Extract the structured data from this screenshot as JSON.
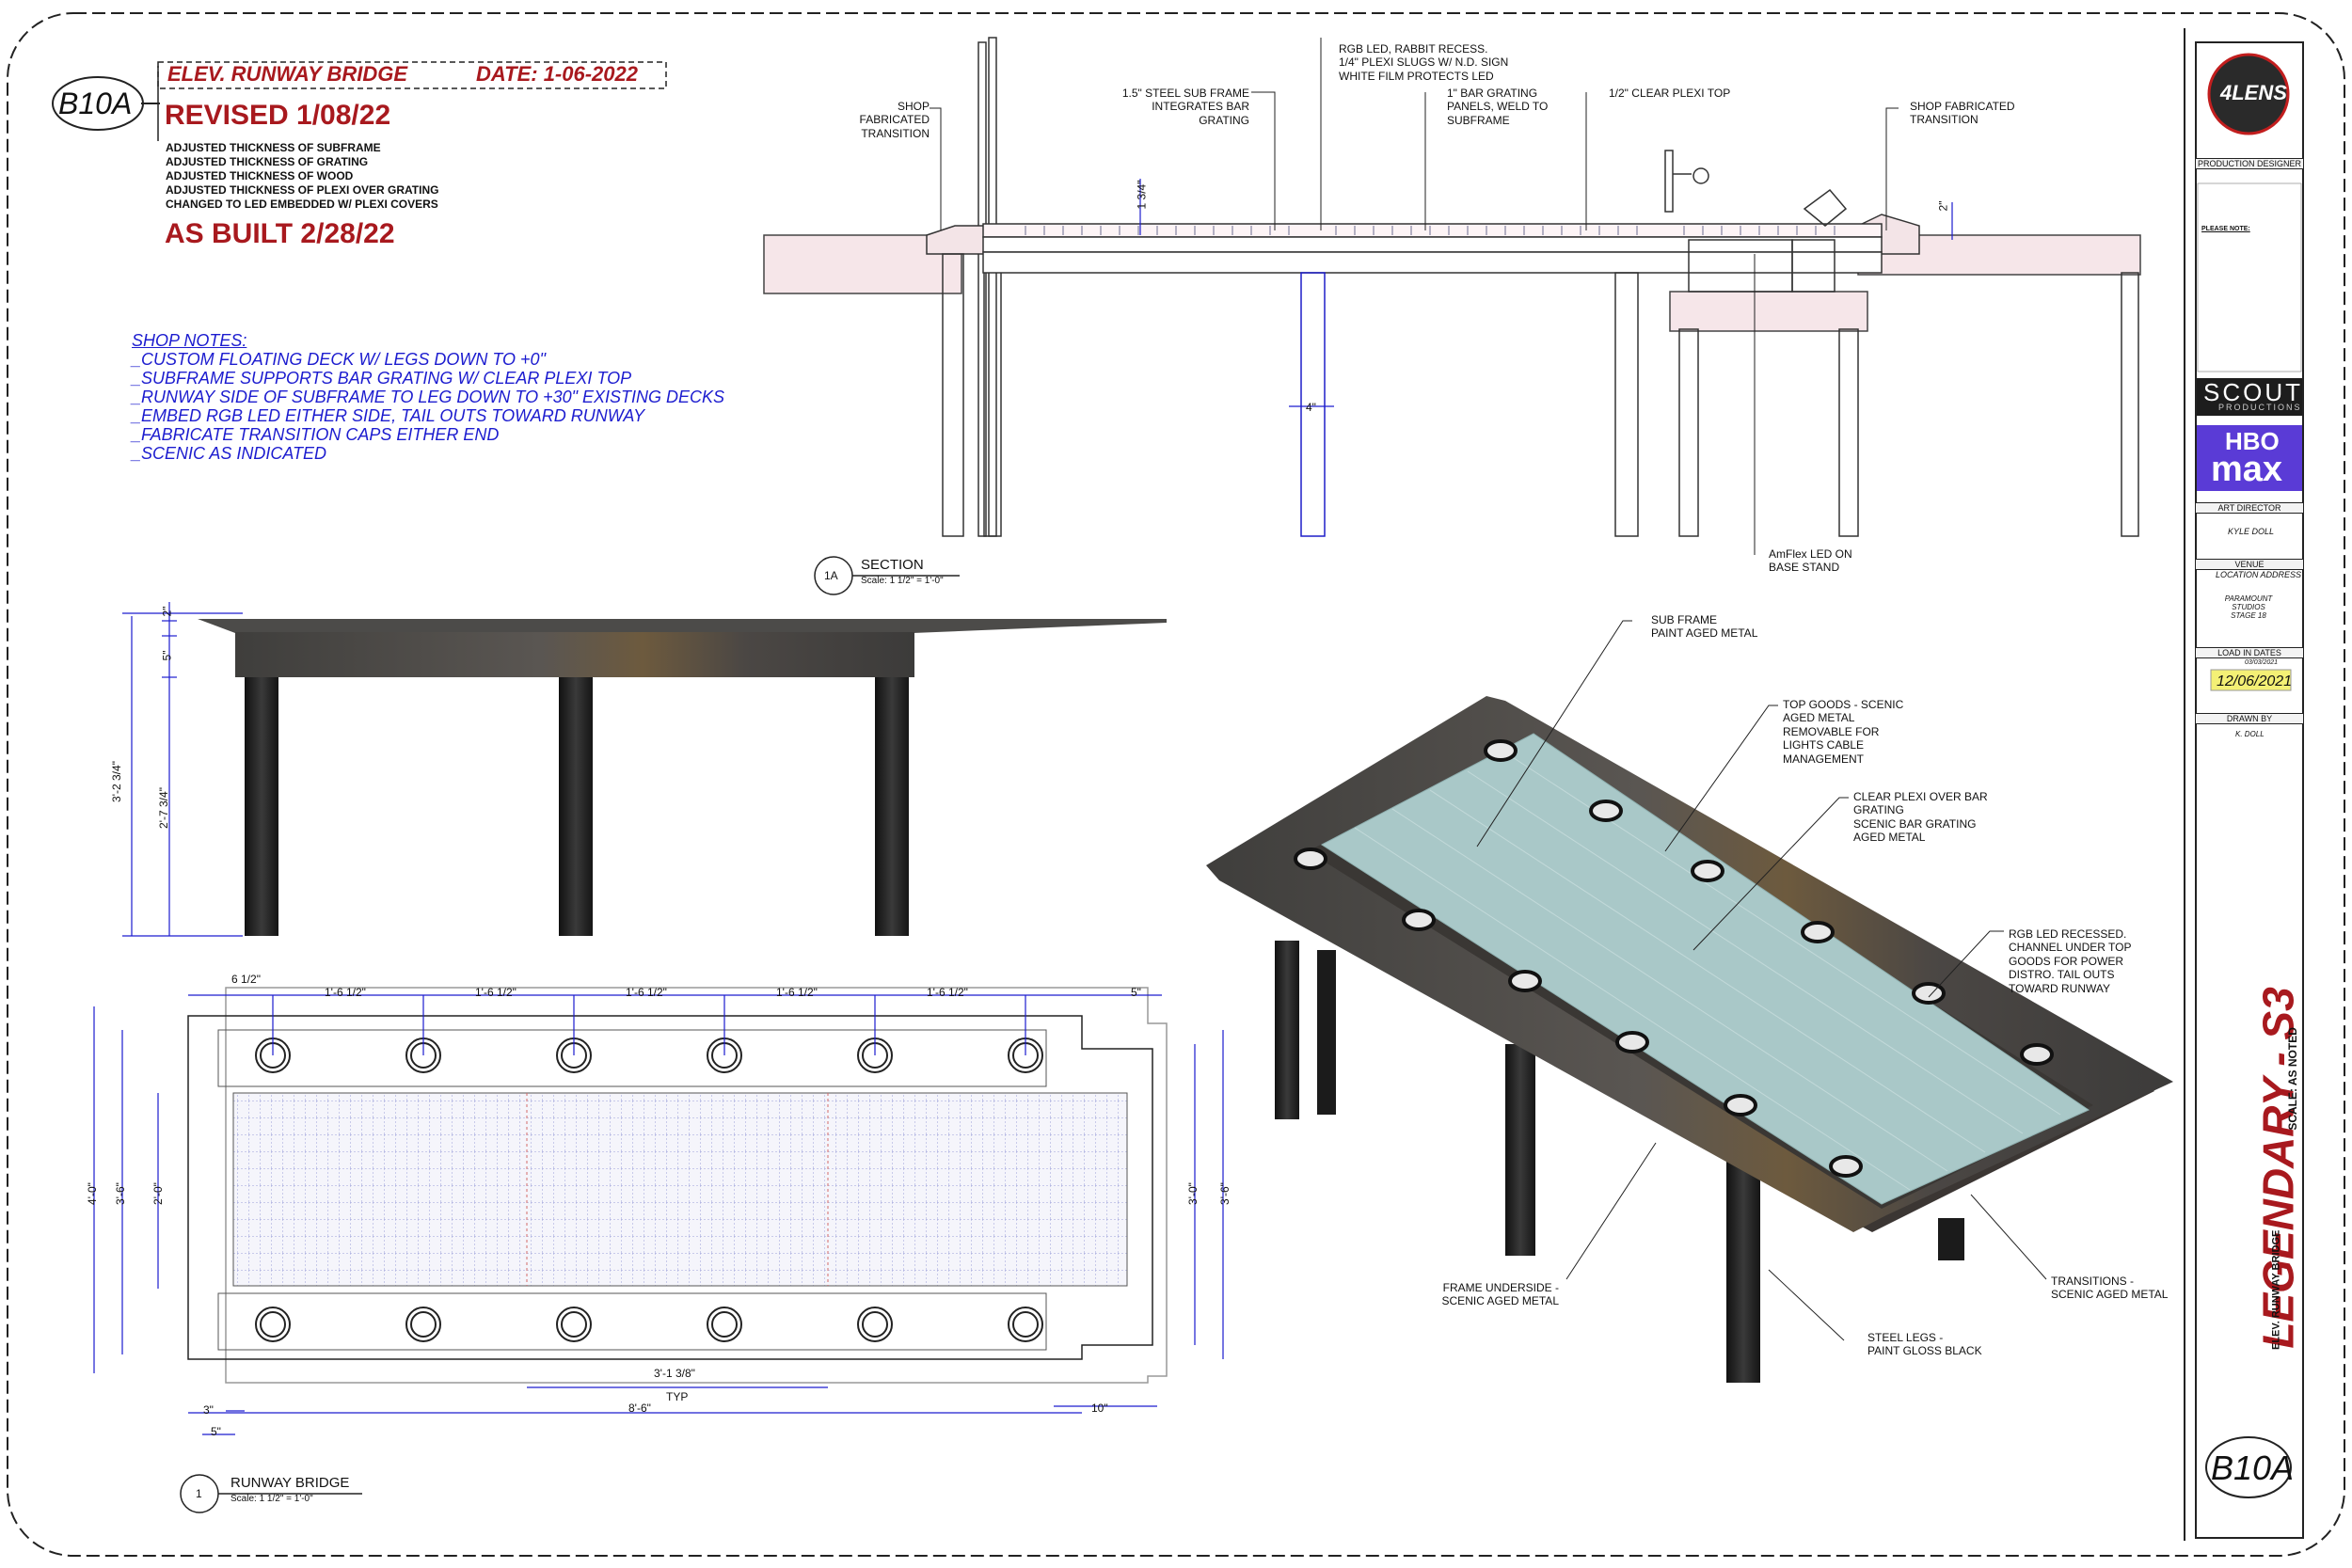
{
  "header": {
    "sheet_id": "B10A",
    "title": "ELEV. RUNWAY BRIDGE",
    "date": "DATE: 1-06-2022",
    "revised": "REVISED 1/08/22",
    "revisions": [
      "ADJUSTED THICKNESS OF SUBFRAME",
      "ADJUSTED THICKNESS OF GRATING",
      "ADJUSTED THICKNESS OF WOOD",
      "ADJUSTED THICKNESS OF PLEXI OVER GRATING",
      "CHANGED TO LED EMBEDDED W/ PLEXI COVERS"
    ],
    "as_built": "AS BUILT 2/28/22"
  },
  "shop_notes": {
    "title": "SHOP NOTES:",
    "items": [
      "_CUSTOM FLOATING DECK W/ LEGS DOWN TO +0\"",
      "_SUBFRAME SUPPORTS BAR GRATING W/ CLEAR PLEXI TOP",
      "_RUNWAY SIDE OF SUBFRAME TO LEG DOWN TO +30\" EXISTING DECKS",
      "_EMBED RGB LED EITHER SIDE, TAIL OUTS TOWARD RUNWAY",
      "_FABRICATE TRANSITION CAPS EITHER END",
      "_SCENIC AS INDICATED"
    ]
  },
  "section": {
    "callouts": {
      "shop_left": "SHOP FABRICATED\nTRANSITION",
      "steel_sub": "1.5\" STEEL SUB FRAME\nINTEGRATES BAR\nGRATING",
      "rgb_led": "RGB LED, RABBIT RECESS.\n1/4\" PLEXI SLUGS W/ N.D. SIGN\nWHITE FILM PROTECTS LED",
      "bar_grating": "1\" BAR GRATING\nPANELS, WELD TO\nSUBFRAME",
      "clear_plexi": "1/2\" CLEAR PLEXI TOP",
      "shop_right": "SHOP FABRICATED\nTRANSITION",
      "amflex": "AmFlex LED ON\nBASE STAND"
    },
    "dims": {
      "d1": "1 3/4\"",
      "d2": "2\"",
      "d3": "4\""
    },
    "label_num": "1A",
    "label": "SECTION",
    "scale": "Scale: 1 1/2\" = 1'-0\""
  },
  "elevation": {
    "dims": [
      "2\"",
      "5\"",
      "3'-2 3/4\"",
      "2'-7 3/4\""
    ]
  },
  "plan": {
    "top_dims": [
      "6 1/2\"",
      "1'-6 1/2\"",
      "1'-6 1/2\"",
      "1'-6 1/2\"",
      "1'-6 1/2\"",
      "1'-6 1/2\"",
      "5\""
    ],
    "left_dims": [
      "4'-0\"",
      "3'-6\"",
      "2'-0\""
    ],
    "right_dims": [
      "3'-0\"",
      "3'-6\""
    ],
    "bottom_dims": {
      "a": "3'-1 3/8\"",
      "typ": "TYP",
      "b": "8'-6\"",
      "c": "10\"",
      "d": "3\"",
      "e": "5\""
    },
    "label_num": "1",
    "label": "RUNWAY BRIDGE",
    "scale": "Scale: 1 1/2\" = 1'-0\""
  },
  "iso": {
    "callouts": {
      "sub_frame": "SUB FRAME\nPAINT AGED METAL",
      "top_goods": "TOP GOODS - SCENIC\nAGED METAL\nREMOVABLE FOR\nLIGHTS CABLE\nMANAGEMENT",
      "clear_plexi": "CLEAR PLEXI OVER BAR\nGRATING\nSCENIC BAR GRATING\nAGED METAL",
      "rgb_recessed": "RGB LED RECESSED.\nCHANNEL UNDER TOP\nGOODS FOR POWER\nDISTRO. TAIL OUTS\nTOWARD RUNWAY",
      "transitions": "TRANSITIONS -\nSCENIC AGED METAL",
      "steel_legs": "STEEL LEGS -\nPAINT GLOSS BLACK",
      "frame_under": "FRAME UNDERSIDE -\nSCENIC AGED METAL"
    }
  },
  "title_block": {
    "logo_text": "4LENS",
    "production_designer": "PRODUCTION DESIGNER",
    "please_note": "PLEASE NOTE:",
    "scout_logo": "SCOUT",
    "scout_sub": "PRODUCTIONS",
    "hbo_logo": "HBO",
    "max_logo": "max",
    "art_director": "ART DIRECTOR",
    "art_director_name": "KYLE DOLL",
    "venue": "VENUE",
    "location": "LOCATION ADDRESS",
    "venue_lines": "PARAMOUNT\nSTUDIOS\nSTAGE 18",
    "load_in": "LOAD IN DATES",
    "load_in_prev": "03/03/2021",
    "load_in_date": "12/06/2021",
    "drawn_by": "DRAWN BY",
    "drawn_by_name": "K. DOLL",
    "legendary": "LEGENDARY - S3",
    "scale_noted": "SCALE: AS NOTED",
    "sheet_sub": "ELEV. RUNWAY BRIDGE",
    "sheet_id": "B10A"
  },
  "colors": {
    "red": "#a8191e",
    "blue": "#1c1ccf",
    "metal": "#4a4846",
    "plexi": "#a9c8c8",
    "leg": "#222222"
  }
}
